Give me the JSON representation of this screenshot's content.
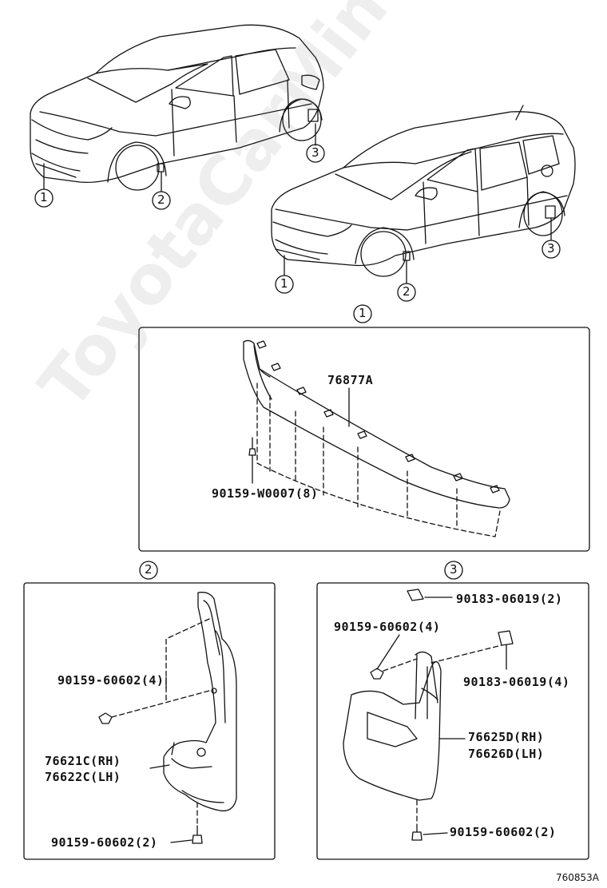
{
  "callouts": {
    "c1": "1",
    "c2": "2",
    "c3": "3"
  },
  "parts": {
    "spoiler": "76877A",
    "spoiler_screw": "90159-W0007(8)",
    "front_screw_top": "90159-60602(4)",
    "front_mudguard_rh": "76621C(RH)",
    "front_mudguard_lh": "76622C(LH)",
    "front_screw_bottom": "90159-60602(2)",
    "rear_nut_top": "90183-06019(2)",
    "rear_screw_top": "90159-60602(4)",
    "rear_nut_mid": "90183-06019(4)",
    "rear_mudguard_rh": "76625D(RH)",
    "rear_mudguard_lh": "76626D(LH)",
    "rear_screw_bottom": "90159-60602(2)"
  },
  "watermark": "ToyotaCarMine.ru",
  "figure_code": "760853A"
}
